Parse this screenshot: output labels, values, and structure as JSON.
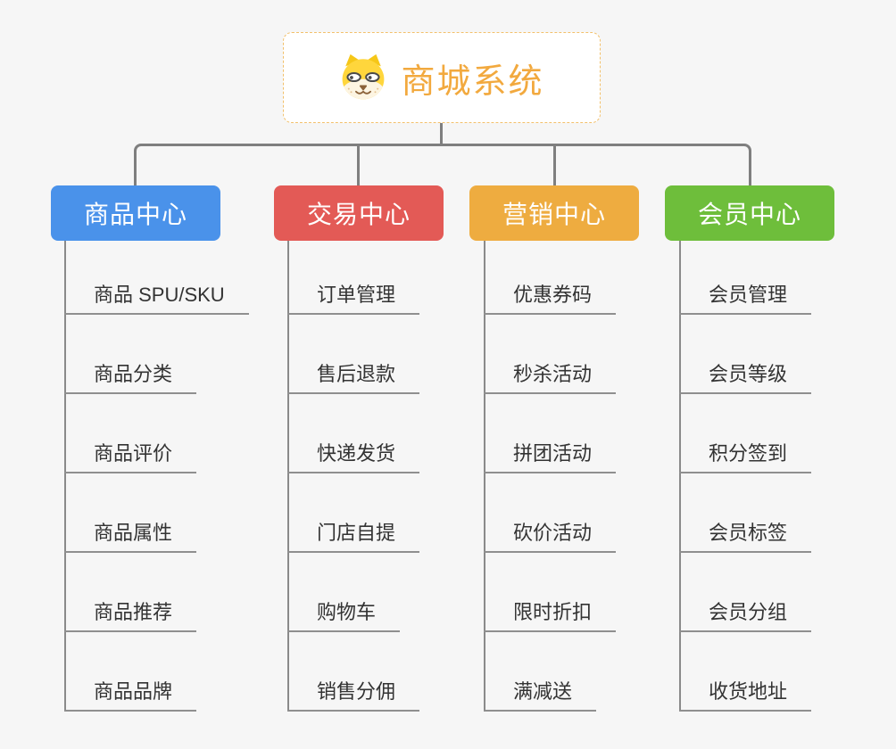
{
  "root": {
    "title": "商城系统",
    "icon": "dog-face-icon",
    "accent_color": "#f2a93e",
    "border_color": "#f2c06b"
  },
  "connector_color": "#7f7f7f",
  "branches": [
    {
      "label": "商品中心",
      "color": "#4a92ea",
      "children": [
        "商品 SPU/SKU",
        "商品分类",
        "商品评价",
        "商品属性",
        "商品推荐",
        "商品品牌"
      ]
    },
    {
      "label": "交易中心",
      "color": "#e35a56",
      "children": [
        "订单管理",
        "售后退款",
        "快递发货",
        "门店自提",
        "购物车",
        "销售分佣"
      ]
    },
    {
      "label": "营销中心",
      "color": "#eeac40",
      "children": [
        "优惠券码",
        "秒杀活动",
        "拼团活动",
        "砍价活动",
        "限时折扣",
        "满减送"
      ]
    },
    {
      "label": "会员中心",
      "color": "#6ebe3b",
      "children": [
        "会员管理",
        "会员等级",
        "积分签到",
        "会员标签",
        "会员分组",
        "收货地址"
      ]
    }
  ]
}
